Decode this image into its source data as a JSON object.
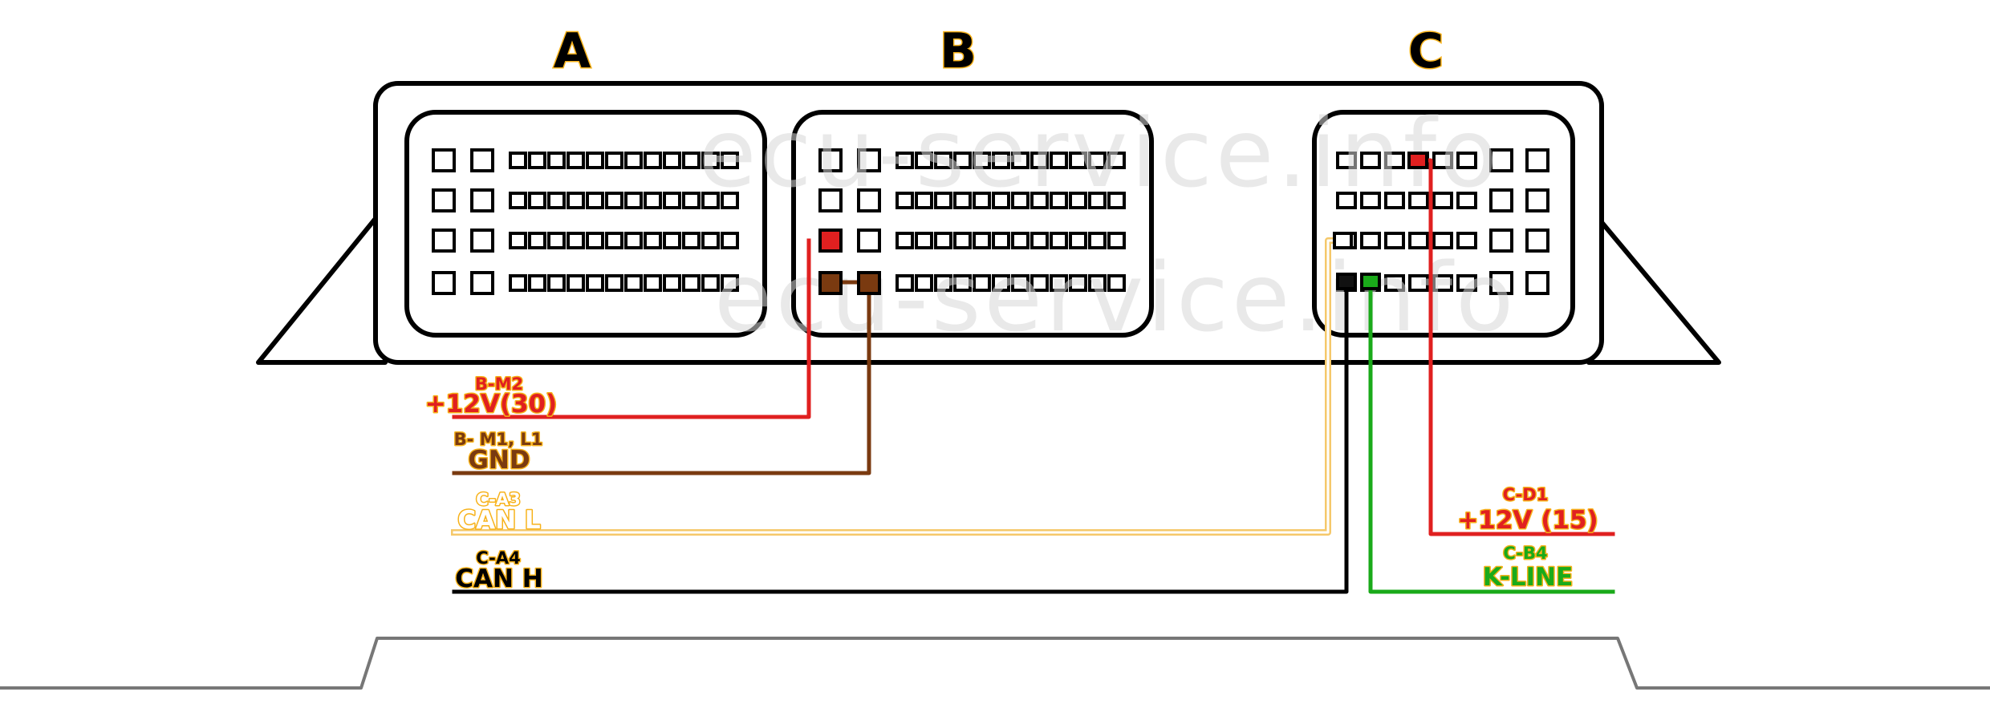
{
  "connectors": [
    {
      "id": "A",
      "label": "A"
    },
    {
      "id": "B",
      "label": "B"
    },
    {
      "id": "C",
      "label": "C"
    }
  ],
  "watermark": "ecu-service.info",
  "wires": [
    {
      "id": "b-m2",
      "pin_label": "B-M2",
      "signal": "+12V(30)",
      "color": "#e02020",
      "text_color": "#e02020",
      "outline": "#f7b21a",
      "side": "left"
    },
    {
      "id": "b-m1-l1",
      "pin_label": "B- M1, L1",
      "signal": "GND",
      "color": "#7a3a10",
      "text_color": "#7a3a10",
      "outline": "#f7b21a",
      "side": "left"
    },
    {
      "id": "c-a3",
      "pin_label": "C-A3",
      "signal": "CAN L",
      "color": "#f5c86a",
      "text_color": "#ffffff",
      "outline": "#f7b21a",
      "side": "left"
    },
    {
      "id": "c-a4",
      "pin_label": "C-A4",
      "signal": "CAN H",
      "color": "#000000",
      "text_color": "#000000",
      "outline": "#f7b21a",
      "side": "left"
    },
    {
      "id": "c-d1",
      "pin_label": "C-D1",
      "signal": "+12V (15)",
      "color": "#e02020",
      "text_color": "#e02020",
      "outline": "#f7b21a",
      "side": "right"
    },
    {
      "id": "c-b4",
      "pin_label": "C-B4",
      "signal": "K-LINE",
      "color": "#1aaa1a",
      "text_color": "#1aaa1a",
      "outline": "#f7b21a",
      "side": "right"
    }
  ]
}
